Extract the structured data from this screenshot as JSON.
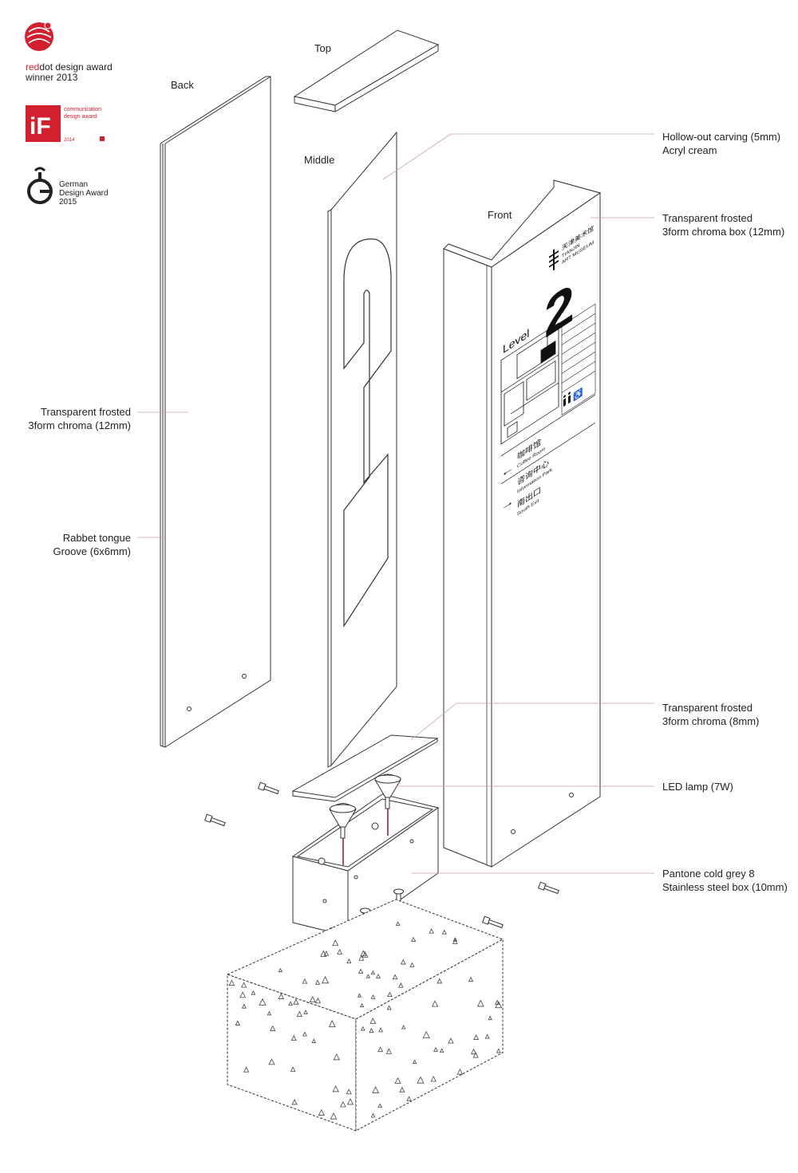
{
  "awards": {
    "reddot": {
      "brand_red": "red",
      "brand_dot": "dot",
      "title_rest": " design award",
      "subtitle": "winner 2013"
    },
    "if": {
      "logo": "iF",
      "line1": "communication",
      "line2": "design award",
      "year": "2014"
    },
    "german": {
      "line1": "German",
      "line2": "Design Award",
      "line3": "2015"
    }
  },
  "parts": {
    "top": "Top",
    "back": "Back",
    "middle": "Middle",
    "front": "Front"
  },
  "callouts": {
    "hollow_line1": "Hollow-out carving (5mm)",
    "hollow_line2": "Acryl cream",
    "box12_line1": "Transparent frosted",
    "box12_line2": "3form chroma box (12mm)",
    "chroma12_line1": "Transparent frosted",
    "chroma12_line2": "3form chroma (12mm)",
    "rabbet_line1": "Rabbet tongue",
    "rabbet_line2": "Groove (6x6mm)",
    "chroma8_line1": "Transparent frosted",
    "chroma8_line2": "3form chroma  (8mm)",
    "led": "LED lamp (7W)",
    "steel_line1": "Pantone cold grey 8",
    "steel_line2": "Stainless steel box (10mm)"
  },
  "sign": {
    "number": "2",
    "level": "Level",
    "museum_cn": "天津美术馆",
    "museum_en1": "TIANJIN",
    "museum_en2": "ART MUSEUM",
    "coffee_cn": "咖啡馆",
    "coffee_en": "Coffee Room",
    "info_cn": "咨询中心",
    "info_en": "Information Park",
    "exit_cn": "南出口",
    "exit_en": "South Exit"
  },
  "colors": {
    "accent": "#d2202f",
    "line": "#333333",
    "leader": "#c9a3a3",
    "wire": "#8a1c2a"
  }
}
